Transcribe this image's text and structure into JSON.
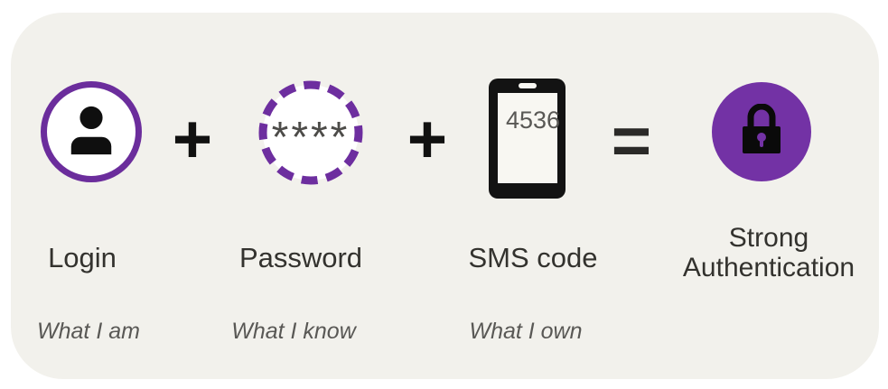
{
  "diagram": {
    "formula": {
      "plus": "+",
      "equals": "="
    },
    "factors": {
      "login": {
        "label": "Login",
        "caption": "What I am",
        "icon": "person-icon"
      },
      "password": {
        "label": "Password",
        "caption": "What I know",
        "masked_value": "****",
        "icon": "dashed-circle-icon"
      },
      "sms": {
        "label": "SMS code",
        "caption": "What I own",
        "code": "4536",
        "icon": "phone-icon"
      }
    },
    "result": {
      "label": "Strong Authentication",
      "icon": "lock-icon"
    },
    "colors": {
      "card_background": "#F2F1EC",
      "purple_ring": "#6B2D9C",
      "purple_dashed": "#6D2E9F",
      "purple_result_circle": "#7332A5",
      "icon_black": "#0F0F0F",
      "label_text": "#33322E",
      "caption_text": "#595855"
    }
  }
}
